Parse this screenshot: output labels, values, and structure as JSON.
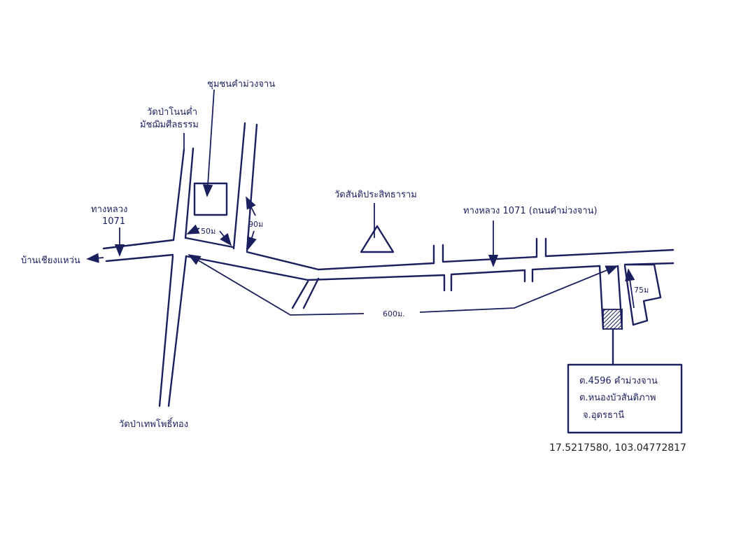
{
  "map": {
    "labels": {
      "community": "ชุมชนคำม่วงจาน",
      "temple_north_line1": "วัดป่าโนนค่ำ",
      "temple_north_line2": "มัชฌิมศีลธรรม",
      "highway_left_line1": "ทางหลวง",
      "highway_left_line2": "1071",
      "west_destination": "บ้านเชียงแหว่น",
      "temple_south": "วัดป่าเทพโพธิ์ทอง",
      "temple_triangle": "วัดสันติประสิทธาราม",
      "highway_right": "ทางหลวง 1071 (ถนนคำม่วงจาน)"
    },
    "distances": {
      "d1": "50ม",
      "d2": "90ม",
      "d3": "600ม.",
      "d4": "75ม"
    },
    "address": {
      "line1": "ต.4596 คำม่วงจาน",
      "line2": "ต.หนองบัวสันติภาพ",
      "line3": "จ.อุดรธานี"
    },
    "coordinates": "17.5217580, 103.04772817",
    "ink_color": "#1b1f5e"
  }
}
